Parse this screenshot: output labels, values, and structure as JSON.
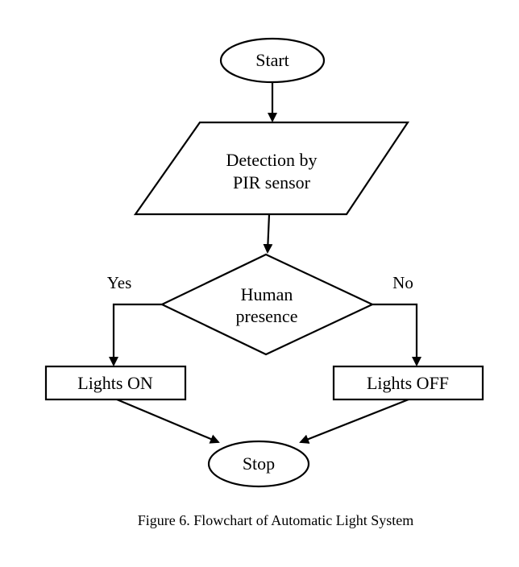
{
  "nodes": {
    "start": {
      "label": "Start"
    },
    "detection": {
      "line1": "Detection by",
      "line2": "PIR sensor"
    },
    "decision": {
      "line1": "Human",
      "line2": "presence"
    },
    "lights_on": {
      "label": "Lights ON"
    },
    "lights_off": {
      "label": "Lights OFF"
    },
    "stop": {
      "label": "Stop"
    }
  },
  "branches": {
    "yes": "Yes",
    "no": "No"
  },
  "caption": "Figure 6. Flowchart of Automatic Light System"
}
